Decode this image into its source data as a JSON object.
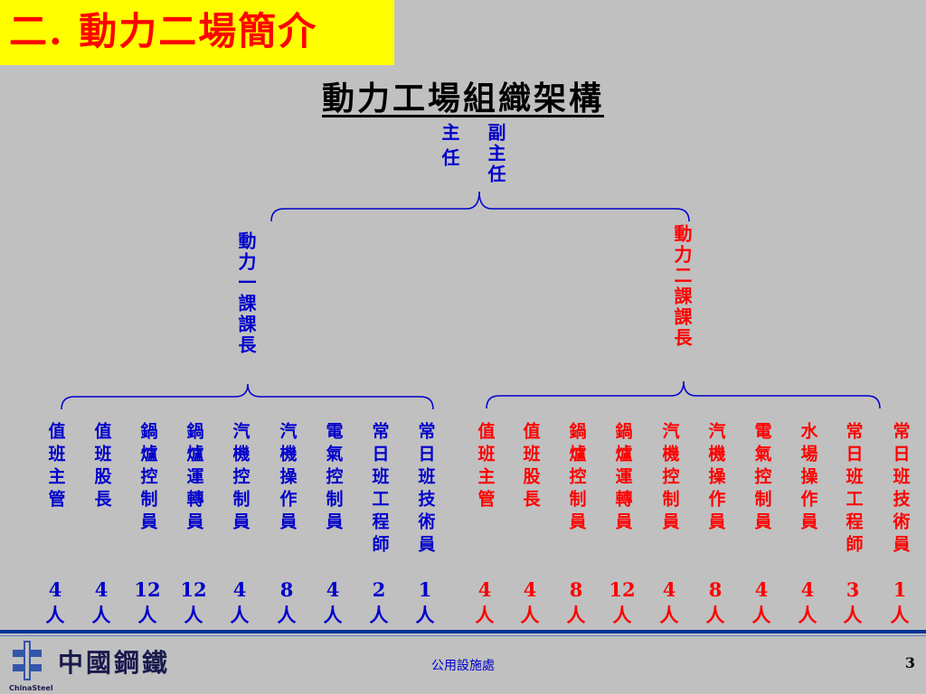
{
  "heading": "二. 動力二場簡介",
  "chart_title": "動力工場組織架構",
  "top": {
    "director": "主任",
    "deputy": "副主任"
  },
  "sections": [
    {
      "head": "動力一課課長",
      "color": "#0000cc",
      "jobs": [
        {
          "title": "值班主管",
          "count": "4",
          "unit": "人"
        },
        {
          "title": "值班股長",
          "count": "4",
          "unit": "人"
        },
        {
          "title": "鍋爐控制員",
          "count": "12",
          "unit": "人"
        },
        {
          "title": "鍋爐運轉員",
          "count": "12",
          "unit": "人"
        },
        {
          "title": "汽機控制員",
          "count": "4",
          "unit": "人"
        },
        {
          "title": "汽機操作員",
          "count": "8",
          "unit": "人"
        },
        {
          "title": "電氣控制員",
          "count": "4",
          "unit": "人"
        },
        {
          "title": "常日班工程師",
          "count": "2",
          "unit": "人"
        },
        {
          "title": "常日班技術員",
          "count": "1",
          "unit": "人"
        }
      ]
    },
    {
      "head": "動力二課課長",
      "color": "#ff0000",
      "jobs": [
        {
          "title": "值班主管",
          "count": "4",
          "unit": "人"
        },
        {
          "title": "值班股長",
          "count": "4",
          "unit": "人"
        },
        {
          "title": "鍋爐控制員",
          "count": "8",
          "unit": "人"
        },
        {
          "title": "鍋爐運轉員",
          "count": "12",
          "unit": "人"
        },
        {
          "title": "汽機控制員",
          "count": "4",
          "unit": "人"
        },
        {
          "title": "汽機操作員",
          "count": "8",
          "unit": "人"
        },
        {
          "title": "電氣控制員",
          "count": "4",
          "unit": "人"
        },
        {
          "title": "水場操作員",
          "count": "4",
          "unit": "人"
        },
        {
          "title": "常日班工程師",
          "count": "3",
          "unit": "人"
        },
        {
          "title": "常日班技術員",
          "count": "1",
          "unit": "人"
        }
      ]
    }
  ],
  "footer": {
    "department": "公用設施處",
    "page": "3",
    "logo_name": "中國鋼鐵",
    "logo_sub": "ChinaSteel"
  },
  "colors": {
    "heading_bg": "#ffff00",
    "heading_text": "#ff0000",
    "section1": "#0000cc",
    "section2": "#ff0000",
    "background": "#c0c0c0"
  }
}
